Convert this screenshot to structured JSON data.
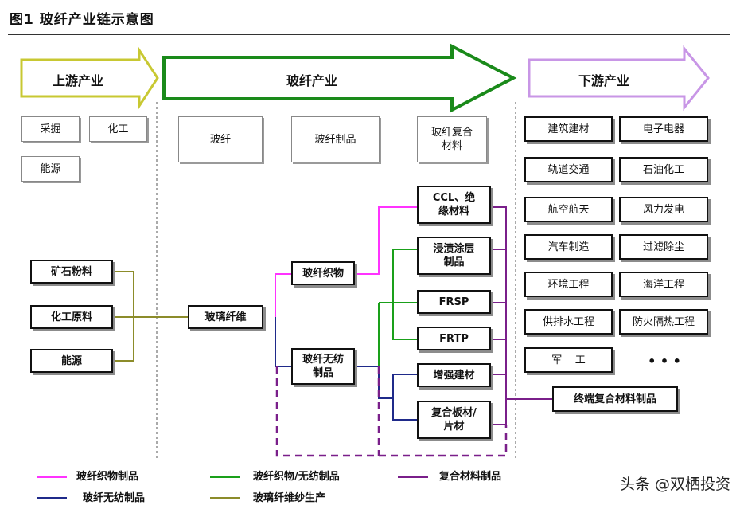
{
  "figure": {
    "title": "图1  玻纤产业链示意图"
  },
  "arrows": {
    "upstream": "上游产业",
    "midstream": "玻纤产业",
    "downstream": "下游产业"
  },
  "upstream": {
    "materials": [
      "采掘",
      "化工",
      "能源"
    ],
    "inputs": [
      "矿石粉料",
      "化工原料",
      "能源"
    ]
  },
  "midstream": {
    "headers": [
      "玻纤",
      "玻纤制品",
      "玻纤复合\n材料"
    ],
    "glass_fiber_yarn": "玻璃纤维",
    "fabric": "玻纤织物",
    "nonwoven": "玻纤无纺\n制品",
    "composites": [
      "CCL、绝\n缘材料",
      "浸渍涂层\n制品",
      "FRSP",
      "FRTP",
      "增强建材",
      "复合板材/\n片材"
    ]
  },
  "downstream": {
    "markets": [
      "建筑建材",
      "电子电器",
      "轨道交通",
      "石油化工",
      "航空航天",
      "风力发电",
      "汽车制造",
      "过滤除尘",
      "环境工程",
      "海洋工程",
      "供排水工程",
      "防火隔热工程",
      "军    工"
    ],
    "ellipsis": "• • •",
    "end_product": "终端复合材料制品"
  },
  "legend": [
    {
      "label": "玻纤织物制品",
      "color": "#ff33ff"
    },
    {
      "label": "玻纤织物/无纺制品",
      "color": "#1aa01a"
    },
    {
      "label": "复合材料制品",
      "color": "#7a1f8a"
    },
    {
      "label": "玻纤无纺制品",
      "color": "#1f2a8a"
    },
    {
      "label": "玻璃纤维纱生产",
      "color": "#8c8c2a"
    }
  ],
  "colors": {
    "upstream_arrow": "#c8c832",
    "midstream_arrow": "#1a8a1a",
    "downstream_arrow": "#c896e6"
  },
  "watermark": "头条 @双栖投资"
}
